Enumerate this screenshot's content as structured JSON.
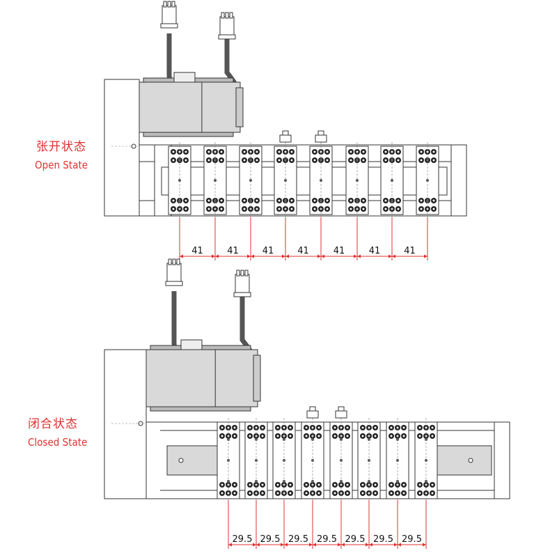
{
  "open_state": {
    "label_cn": "张开状态",
    "label_en": "Open State",
    "spacing_value": "41",
    "spacing_count": 7
  },
  "closed_state": {
    "label_cn": "闭合状态",
    "label_en": "Closed State",
    "spacing_value": "29.5",
    "spacing_count": 7
  },
  "colors": {
    "dimension": "#e03030",
    "outline": "#333333",
    "fill": "#d9d9d9"
  }
}
